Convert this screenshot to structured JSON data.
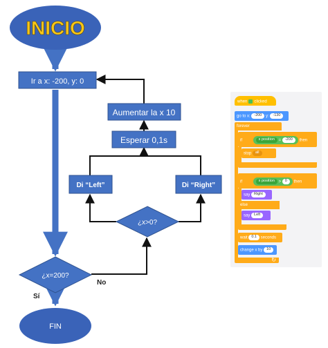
{
  "flowchart": {
    "start": "INICIO",
    "goto": "Ir a x: -200, y: 0",
    "increment": "Aumentar la x 10",
    "wait": "Esperar 0,1s",
    "say_left": "Di “Left”",
    "say_right": "Di “Right”",
    "cond_x_gt_0": "¿x>0?",
    "cond_x_eq_200": "¿x=200?",
    "edge_no": "No",
    "edge_yes": "Sí",
    "end": "FIN"
  },
  "colors": {
    "node_fill": "#4472c4",
    "start_fill": "#3a63b8",
    "start_text": "#f5c518",
    "line": "#111111",
    "main_line": "#4472c4"
  },
  "scratch": {
    "when_flag": "when",
    "clicked": "clicked",
    "goto_label": "go to x:",
    "goto_x": "-200",
    "goto_y_label": "y:",
    "goto_y": "-130",
    "forever": "forever",
    "if1": "if",
    "xpos1": "x position",
    "eq": "=",
    "val1": "-200",
    "then1": "then",
    "stop": "stop",
    "stop_opt": "all",
    "if2": "if",
    "xpos2": "x position",
    "gt": ">",
    "val2": "0",
    "then2": "then",
    "say1": "say",
    "say1_val": "Right",
    "else": "else",
    "say2": "say",
    "say2_val": "Left",
    "wait": "wait",
    "wait_val": "0.1",
    "seconds": "seconds",
    "change": "change x by",
    "change_val": "10"
  }
}
